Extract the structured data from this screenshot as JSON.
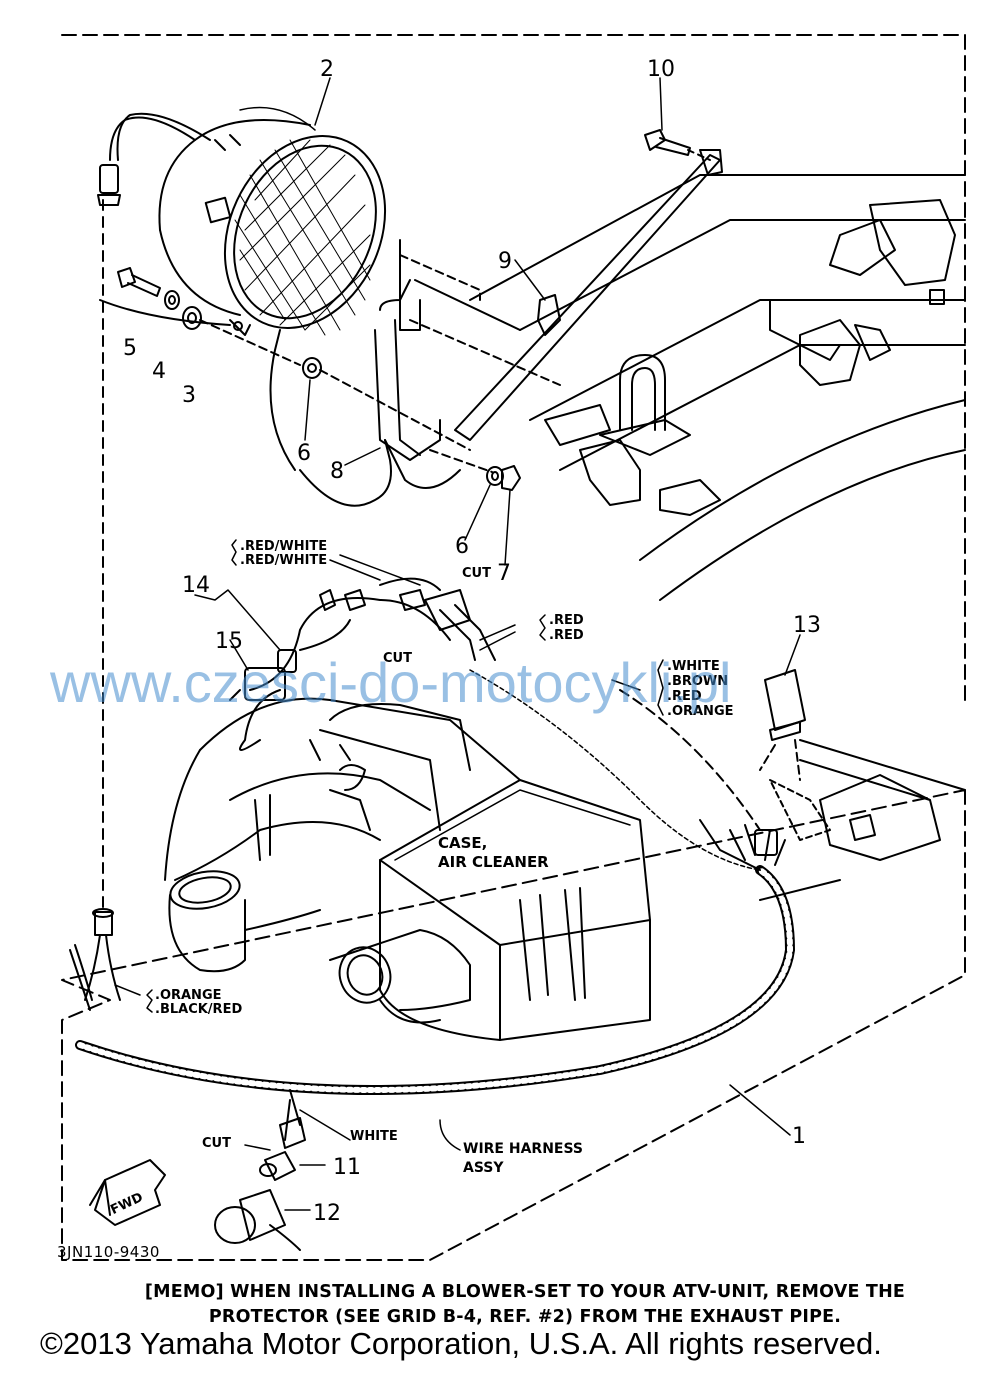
{
  "diagram": {
    "callouts": {
      "n1": "1",
      "n2": "2",
      "n3": "3",
      "n4": "4",
      "n5": "5",
      "n6a": "6",
      "n6b": "6",
      "n7": "7",
      "n8": "8",
      "n9": "9",
      "n10": "10",
      "n11": "11",
      "n12": "12",
      "n13": "13",
      "n14": "14",
      "n15": "15"
    },
    "wire_labels": {
      "red_white_1": ".RED/WHITE",
      "red_white_2": ".RED/WHITE",
      "cut_top": "CUT",
      "cut_mid": "CUT",
      "red_1": ".RED",
      "red_2": ".RED",
      "white": ".WHITE",
      "brown": ".BROWN",
      "red": ".RED",
      "orange": ".ORANGE",
      "orange_low": ".ORANGE",
      "black_red": ".BLACK/RED",
      "cut_low": "CUT",
      "white_low": "WHITE"
    },
    "case_label_1": "CASE,",
    "case_label_2": "AIR CLEANER",
    "wire_harness_1": "WIRE HARNESS",
    "wire_harness_2": "ASSY",
    "fwd": "FWD",
    "drawing_code": "3JN110-9430"
  },
  "memo": {
    "line1": "[MEMO]   WHEN INSTALLING A BLOWER-SET TO YOUR ATV-UNIT, REMOVE THE",
    "line2": "PROTECTOR (SEE GRID B-4, REF. #2) FROM THE EXHAUST PIPE."
  },
  "copyright": "©2013 Yamaha Motor Corporation, U.S.A. All rights reserved.",
  "watermark": "www.czesci-do-motocykli.pl"
}
